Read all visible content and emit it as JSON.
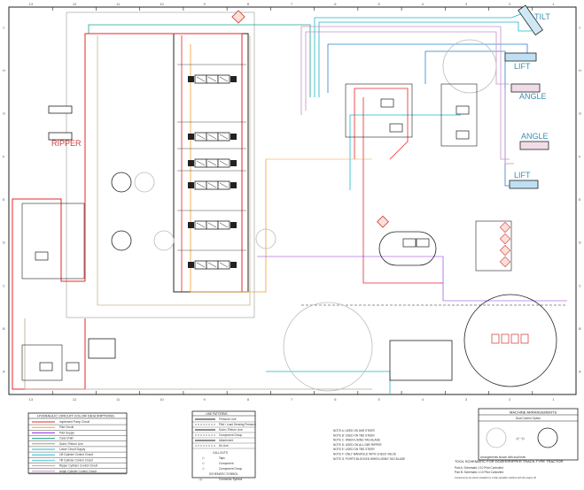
{
  "diagram": {
    "grid_columns": [
      "13",
      "12",
      "11",
      "10",
      "9",
      "8",
      "7",
      "6",
      "5",
      "4",
      "3",
      "2",
      "1"
    ],
    "grid_rows": [
      "J",
      "H",
      "G",
      "F",
      "E",
      "D",
      "C",
      "B",
      "A"
    ],
    "cylinders": {
      "tilt": "TILT",
      "lift_top": "LIFT",
      "angle_top": "ANGLE",
      "angle_bottom": "ANGLE",
      "lift_bottom": "LIFT",
      "ripper": "RIPPER"
    },
    "colors": {
      "implement_pump": "#e8262b",
      "pilot": "#f0a030",
      "pilot_supply": "#8a2be2",
      "case_drain": "#1aa58a",
      "drain_return": "#8fa37a",
      "lower_supply": "#19b8c8",
      "tilt_control": "#58c8d8",
      "ripper_control": "#b8a890",
      "angle_control": "#c890c8",
      "lift_control": "#2a7fd0"
    }
  },
  "color_legend": {
    "title": "HYDRAULIC CIRCUIT COLOR DESCRIPTIONS",
    "items": [
      {
        "label": "Implement Pump Circuit",
        "color": "#e8262b"
      },
      {
        "label": "Pilot Circuit",
        "color": "#f0a030"
      },
      {
        "label": "Pilot Supply",
        "color": "#8a2be2"
      },
      {
        "label": "Case Drain",
        "color": "#1aa58a"
      },
      {
        "label": "Drain / Return Line",
        "color": "#8fa37a"
      },
      {
        "label": "Lower Circuit Supply",
        "color": "#19b8c8"
      },
      {
        "label": "Lift Cylinder Control Circuit",
        "color": "#19b8c8"
      },
      {
        "label": "Tilt Cylinder Control Circuit",
        "color": "#58c8d8"
      },
      {
        "label": "Ripper Cylinder Control Circuit",
        "color": "#b8a890"
      },
      {
        "label": "Angle Cylinder Control Circuit",
        "color": "#c890c8"
      }
    ]
  },
  "line_legend": {
    "title": "LINE PATTERNS",
    "items": [
      "Pressure Line",
      "Pilot / Load Sensing Pressure",
      "Drain / Return Line",
      "Component Group",
      "Attachment",
      "Air Line"
    ],
    "callouts_title": "CALLOUTS",
    "callouts": [
      "Taps",
      "Component",
      "Component Group"
    ],
    "schematic_title": "SCHEMATIC SYMBOL",
    "schematic_items": [
      "Connector Symbol"
    ]
  },
  "notes": [
    "NOTE A: USED ON D6R STEER",
    "NOTE B: USED ON TBS STEER",
    "NOTE C: WHEN USING TAG BLADE",
    "NOTE D: USED ON ALL D6R RIPPER",
    "NOTE E: USED ON TBS STEER",
    "NOTE F: ONLY MANIFOLD WITH CHECK VALVE",
    "NOTE G: PORTS BLOCKED WHEN USING TAG BLADE"
  ],
  "machine_arrangements": {
    "title": "MACHINE ARRANGEMENTS",
    "subtitle": "Dual Control Option",
    "footnote": "Arrangements shown with dual lever"
  },
  "caption": {
    "title": "TOOL SCHEMATIC FOR DOZER/RIPPER TRACK-TYPE TRACTOR",
    "part_a": "Part A: Schematic  1:10 Pilot Controlled",
    "part_b": "Part B: Schematic  1:10 Pilot Controlled",
    "remark": "Components are shown installed on a fully operable machine with the engine off"
  }
}
